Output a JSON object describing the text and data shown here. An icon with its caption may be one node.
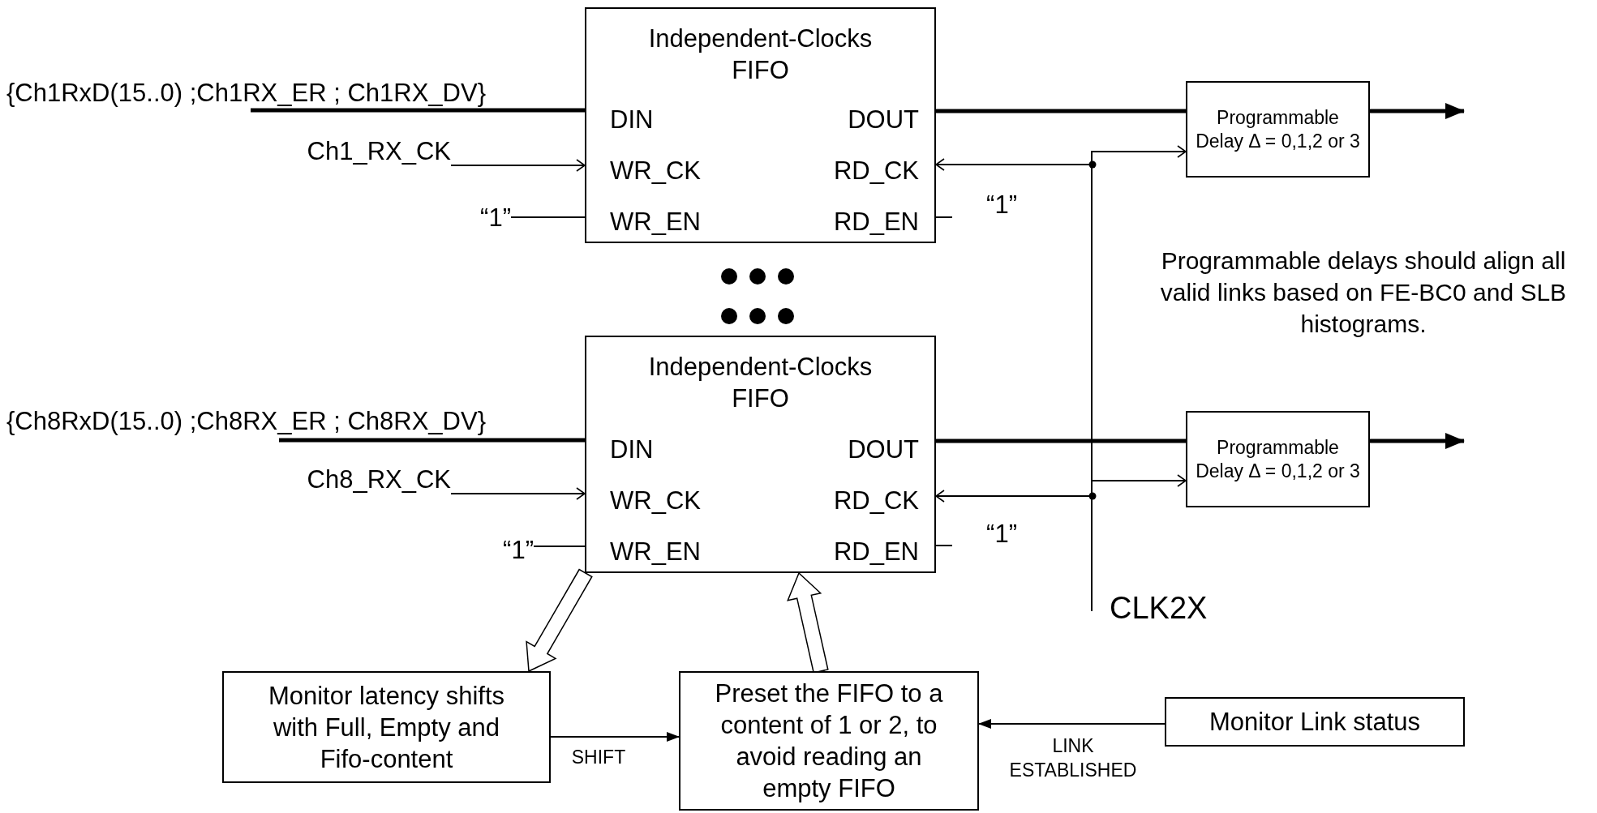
{
  "diagram": {
    "nodes": [
      {
        "text": [
          "{Ch1RxD(15..0) ;Ch1RX_ER ; Ch1RX_DV}"
        ]
      },
      {
        "text": [
          "Independent-Clocks FIFO",
          "DIN",
          "DOUT",
          "WR_CK",
          "RD_CK",
          "WR_EN",
          "RD_EN"
        ]
      },
      {
        "text": [
          "Ch1_RX_CK"
        ]
      },
      {
        "text": [
          "“1”"
        ]
      },
      {
        "text": [
          "“1”"
        ]
      },
      {
        "text": [
          "Programmable Delay Δ = 0,1,2 or 3"
        ]
      },
      {
        "text": [
          "{Ch8RxD(15..0) ;Ch8RX_ER ; Ch8RX_DV}"
        ]
      },
      {
        "text": [
          "Independent-Clocks FIFO",
          "DIN",
          "DOUT",
          "WR_CK",
          "RD_CK",
          "WR_EN",
          "RD_EN"
        ]
      },
      {
        "text": [
          "Ch8_RX_CK"
        ]
      },
      {
        "text": [
          "“1”"
        ]
      },
      {
        "text": [
          "“1”"
        ]
      },
      {
        "text": [
          "Programmable Delay Δ = 0,1,2 or 3"
        ]
      },
      {
        "text": [
          "CLK2X"
        ]
      },
      {
        "text": [
          "Monitor latency shifts with Full, Empty and Fifo-content"
        ]
      },
      {
        "text": [
          "Preset the FIFO to a content of 1 or 2, to avoid reading an empty FIFO"
        ]
      },
      {
        "text": [
          "Monitor Link status"
        ]
      }
    ],
    "edges": [
      {
        "from": 0,
        "to": 1,
        "arrow": "none",
        "style": "thick"
      },
      {
        "from": 2,
        "to": 1,
        "arrow": "to"
      },
      {
        "from": 3,
        "to": 1,
        "arrow": "none"
      },
      {
        "from": 1,
        "to": 4,
        "arrow": "none"
      },
      {
        "from": 1,
        "to": 5,
        "arrow": "none",
        "style": "thick"
      },
      {
        "from": 5,
        "to": null,
        "arrow": "to",
        "style": "thick"
      },
      {
        "from": 6,
        "to": 7,
        "arrow": "none",
        "style": "thick"
      },
      {
        "from": 8,
        "to": 7,
        "arrow": "to"
      },
      {
        "from": 9,
        "to": 7,
        "arrow": "none"
      },
      {
        "from": 7,
        "to": 10,
        "arrow": "none"
      },
      {
        "from": 7,
        "to": 11,
        "arrow": "none",
        "style": "thick"
      },
      {
        "from": 11,
        "to": null,
        "arrow": "to",
        "style": "thick"
      },
      {
        "from": 12,
        "to": 1,
        "arrow": "to"
      },
      {
        "from": 12,
        "to": 5,
        "arrow": "to"
      },
      {
        "from": 12,
        "to": 7,
        "arrow": "to"
      },
      {
        "from": 12,
        "to": 11,
        "arrow": "to"
      },
      {
        "from": 7,
        "to": 13,
        "arrow": "to"
      },
      {
        "from": 14,
        "to": 7,
        "arrow": "to"
      },
      {
        "from": 13,
        "to": 14,
        "arrow": "to",
        "label": "SHIFT"
      },
      {
        "from": 15,
        "to": 14,
        "arrow": "to",
        "label": "LINK ESTABLISHED"
      }
    ],
    "labels": [
      "Programmable delays should align all valid links based on FE-BC0 and SLB histograms."
    ]
  }
}
